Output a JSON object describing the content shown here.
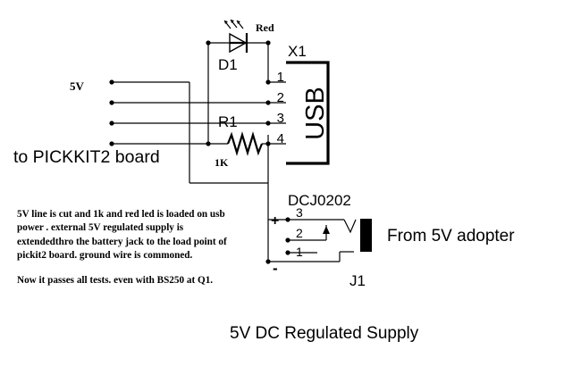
{
  "labels": {
    "supply_5v": "5V",
    "board": "to  PICKKIT2 board",
    "led_color": "Red",
    "led_ref": "D1",
    "resistor_ref": "R1",
    "resistor_value": "1K",
    "usb_ref": "X1",
    "usb_text": "USB",
    "usb_pins": [
      "1",
      "2",
      "3",
      "4"
    ],
    "jack_part": "DCJ0202",
    "jack_pins": [
      "3",
      "2",
      "1"
    ],
    "jack_plus": "+",
    "jack_minus": "-",
    "jack_ref": "J1",
    "adapter": "From 5V adopter",
    "caption": "5V DC Regulated Supply"
  },
  "notes": {
    "para1": "5V line is cut and 1k and red led is loaded on usb power . external 5V regulated supply is extendedthro the battery jack to the load point of pickit2 board. ground wire is commoned.",
    "para2": "Now it passes all tests. even with BS250 at Q1."
  }
}
